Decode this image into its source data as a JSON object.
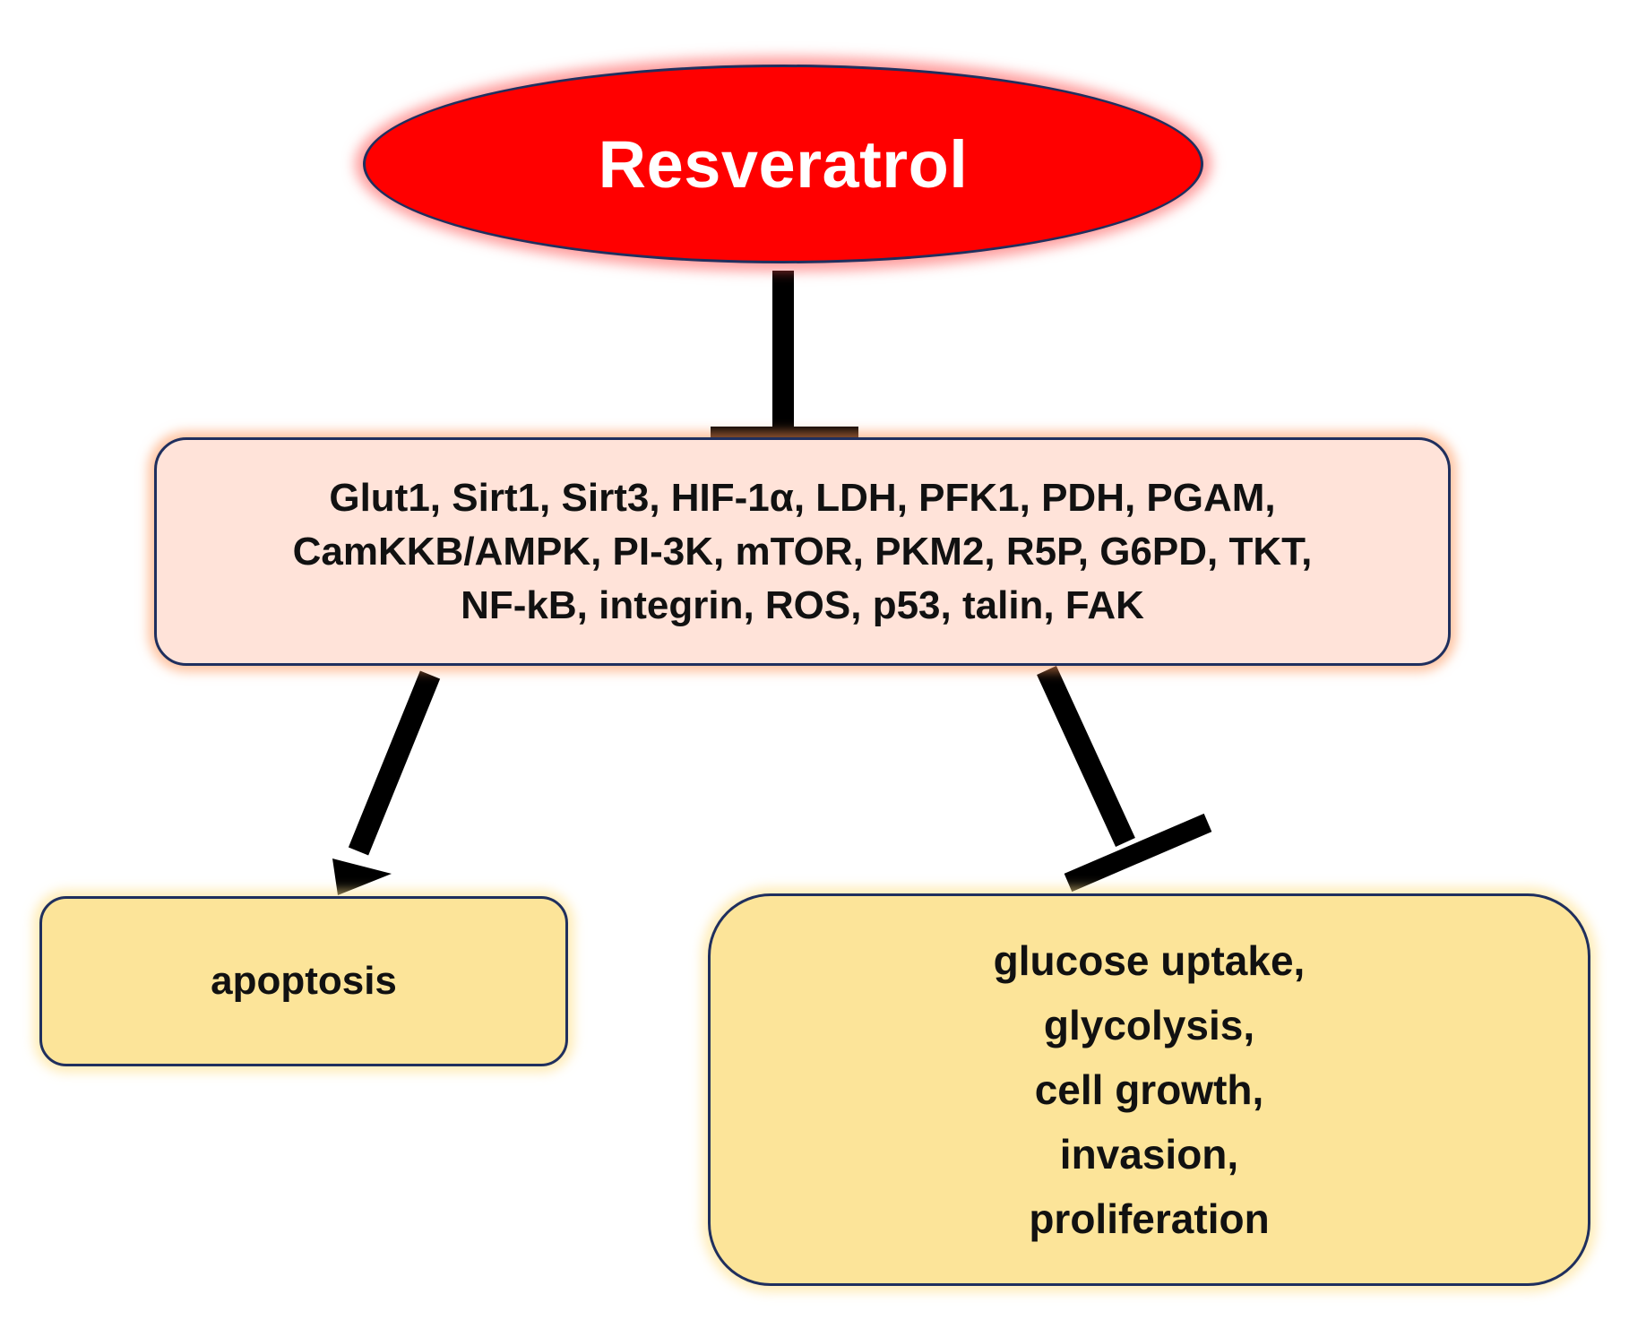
{
  "source": {
    "label": "Resveratrol"
  },
  "targets": {
    "lines": [
      "Glut1, Sirt1, Sirt3, HIF-1α, LDH, PFK1, PDH, PGAM,",
      "CamKKB/AMPK,  PI-3K, mTOR, PKM2, R5P, G6PD, TKT,",
      "NF-kB, integrin, ROS, p53, talin, FAK"
    ]
  },
  "effects": {
    "induced": {
      "label": "apoptosis"
    },
    "inhibited": {
      "lines": [
        "glucose uptake,",
        "glycolysis,",
        "cell growth,",
        "invasion,",
        "proliferation"
      ]
    }
  },
  "colors": {
    "source_fill": "#ff0000",
    "targets_fill": "#ffe3d9",
    "effects_fill": "#fce499",
    "outline": "#1f2f5e",
    "connector": "#000000"
  },
  "edges": [
    {
      "from": "source",
      "to": "targets",
      "type": "inhibition"
    },
    {
      "from": "targets",
      "to": "induced",
      "type": "activation"
    },
    {
      "from": "targets",
      "to": "inhibited",
      "type": "inhibition"
    }
  ]
}
